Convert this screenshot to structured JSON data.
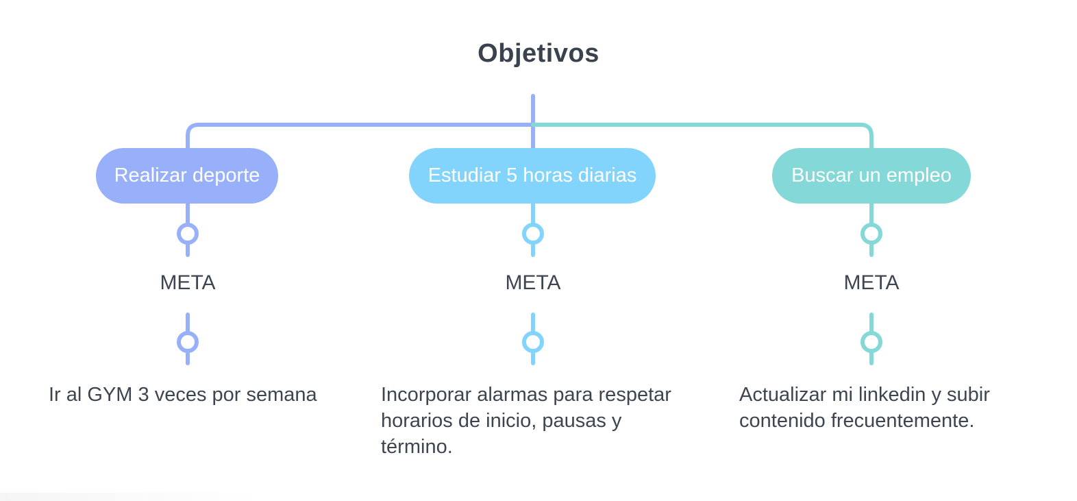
{
  "title": "Objetivos",
  "colors": {
    "trunk": "#98b0fa",
    "branch_left": "#98b0fa",
    "branch_right": "#84d8d8"
  },
  "branches": [
    {
      "label": "Realizar deporte",
      "color": "#98b0fa",
      "meta": "META",
      "lines": [
        "Ir al GYM 3 veces por semana"
      ]
    },
    {
      "label": "Estudiar 5 horas diarias",
      "color": "#83d4fc",
      "meta": "META",
      "lines": [
        "Incorporar alarmas para respetar",
        "horarios de inicio, pausas y",
        "término."
      ]
    },
    {
      "label": "Buscar un empleo",
      "color": "#84d8d8",
      "meta": "META",
      "lines": [
        "Actualizar mi linkedin y subir",
        "contenido frecuentemente."
      ]
    }
  ]
}
